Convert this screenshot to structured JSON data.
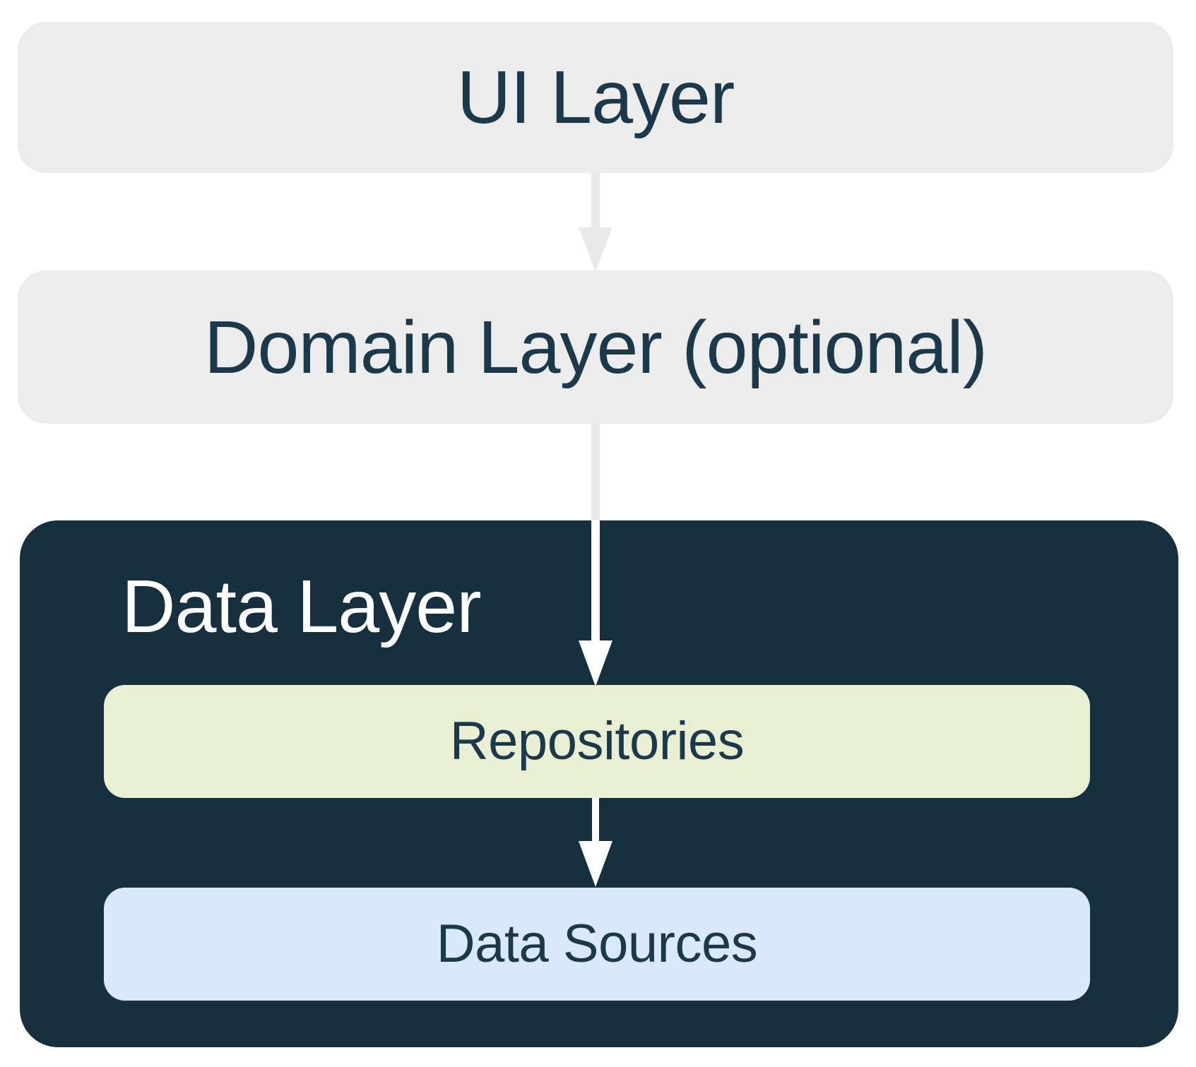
{
  "diagram": {
    "description": "App architecture layers diagram",
    "nodes": {
      "ui_layer": {
        "label": "UI Layer"
      },
      "domain_layer": {
        "label": "Domain Layer (optional)"
      },
      "data_layer": {
        "label": "Data Layer"
      },
      "repositories": {
        "label": "Repositories"
      },
      "data_sources": {
        "label": "Data Sources"
      }
    },
    "edges": [
      {
        "from": "ui_layer",
        "to": "domain_layer",
        "style": "gray-arrow-down"
      },
      {
        "from": "domain_layer",
        "to": "repositories",
        "style": "gray-to-white-arrow-down"
      },
      {
        "from": "repositories",
        "to": "data_sources",
        "style": "white-arrow-down"
      }
    ],
    "colors": {
      "background": "#FFFFFF",
      "layer_box_gray": "#ECECEC",
      "data_layer_navy": "#16303F",
      "repositories_green": "#E9EFD2",
      "data_sources_blue": "#D9E9FB",
      "text_navy": "#1B394B",
      "text_white": "#FFFFFF",
      "arrow_gray": "#E9E9E9",
      "arrow_white": "#FFFFFF"
    }
  }
}
